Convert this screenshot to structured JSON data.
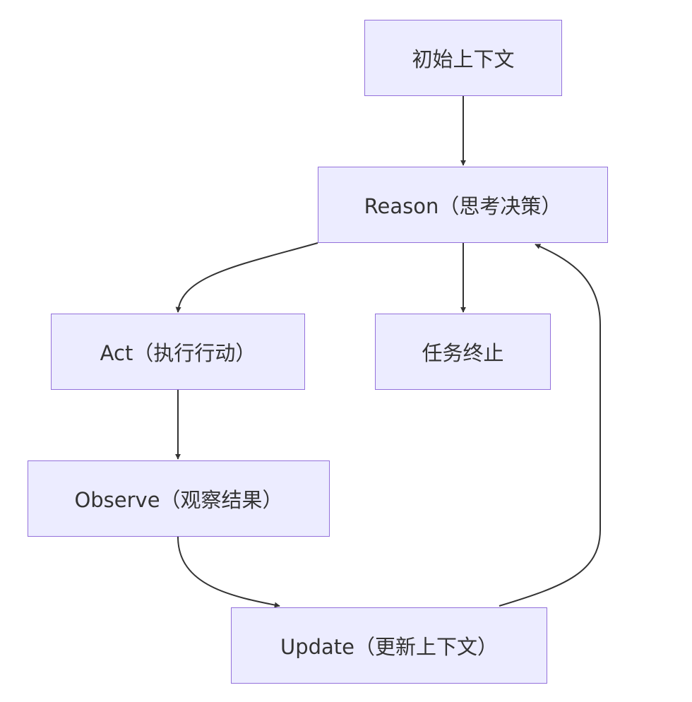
{
  "nodes": {
    "init": "初始上下文",
    "reason": "Reason（思考决策）",
    "act": "Act（执行行动）",
    "end": "任务终止",
    "observe": "Observe（观察结果）",
    "update": "Update（更新上下文）"
  },
  "edges": [
    {
      "from": "init",
      "to": "reason"
    },
    {
      "from": "reason",
      "to": "act"
    },
    {
      "from": "reason",
      "to": "end"
    },
    {
      "from": "act",
      "to": "observe"
    },
    {
      "from": "observe",
      "to": "update"
    },
    {
      "from": "update",
      "to": "reason"
    }
  ],
  "colors": {
    "node_fill": "#ECECFF",
    "node_border": "#9370DB",
    "edge": "#333333",
    "text": "#333333"
  }
}
